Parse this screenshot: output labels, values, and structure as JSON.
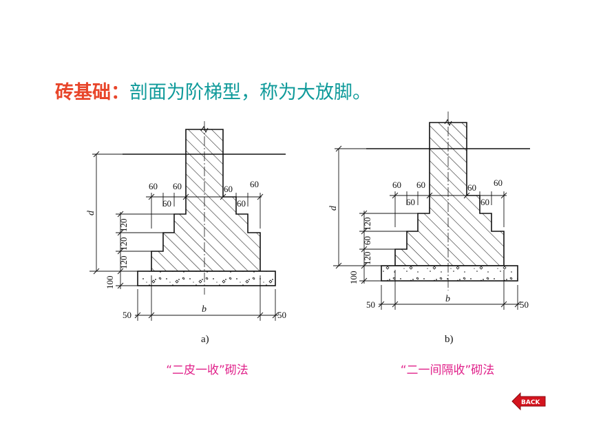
{
  "title": {
    "lead": "砖基础：",
    "rest": "剖面为阶梯型，称为大放脚。"
  },
  "figure_a": {
    "label": "a)",
    "caption": "“二皮一收”砌法",
    "dim_top_left": [
      "60",
      "60"
    ],
    "dim_top_right": [
      "60",
      "60"
    ],
    "dim_inner_left": "60",
    "dim_inner_right": "60",
    "dim_vertical": [
      "120",
      "120",
      "120"
    ],
    "dim_pad": "100",
    "dim_depth": "d",
    "dim_width": "b",
    "dim_overhang_left": "50",
    "dim_overhang_right": "50"
  },
  "figure_b": {
    "label": "b)",
    "caption": "“二一间隔收”砌法",
    "dim_top_left": [
      "60",
      "60"
    ],
    "dim_top_right": [
      "60",
      "60"
    ],
    "dim_inner_left": "60",
    "dim_inner_right": "60",
    "dim_vertical": [
      "120",
      "60",
      "120"
    ],
    "dim_pad": "100",
    "dim_depth": "d",
    "dim_width": "b",
    "dim_overhang_left": "50",
    "dim_overhang_right": "50"
  },
  "back_button": {
    "label": "BACK",
    "color": "#d4141e"
  }
}
